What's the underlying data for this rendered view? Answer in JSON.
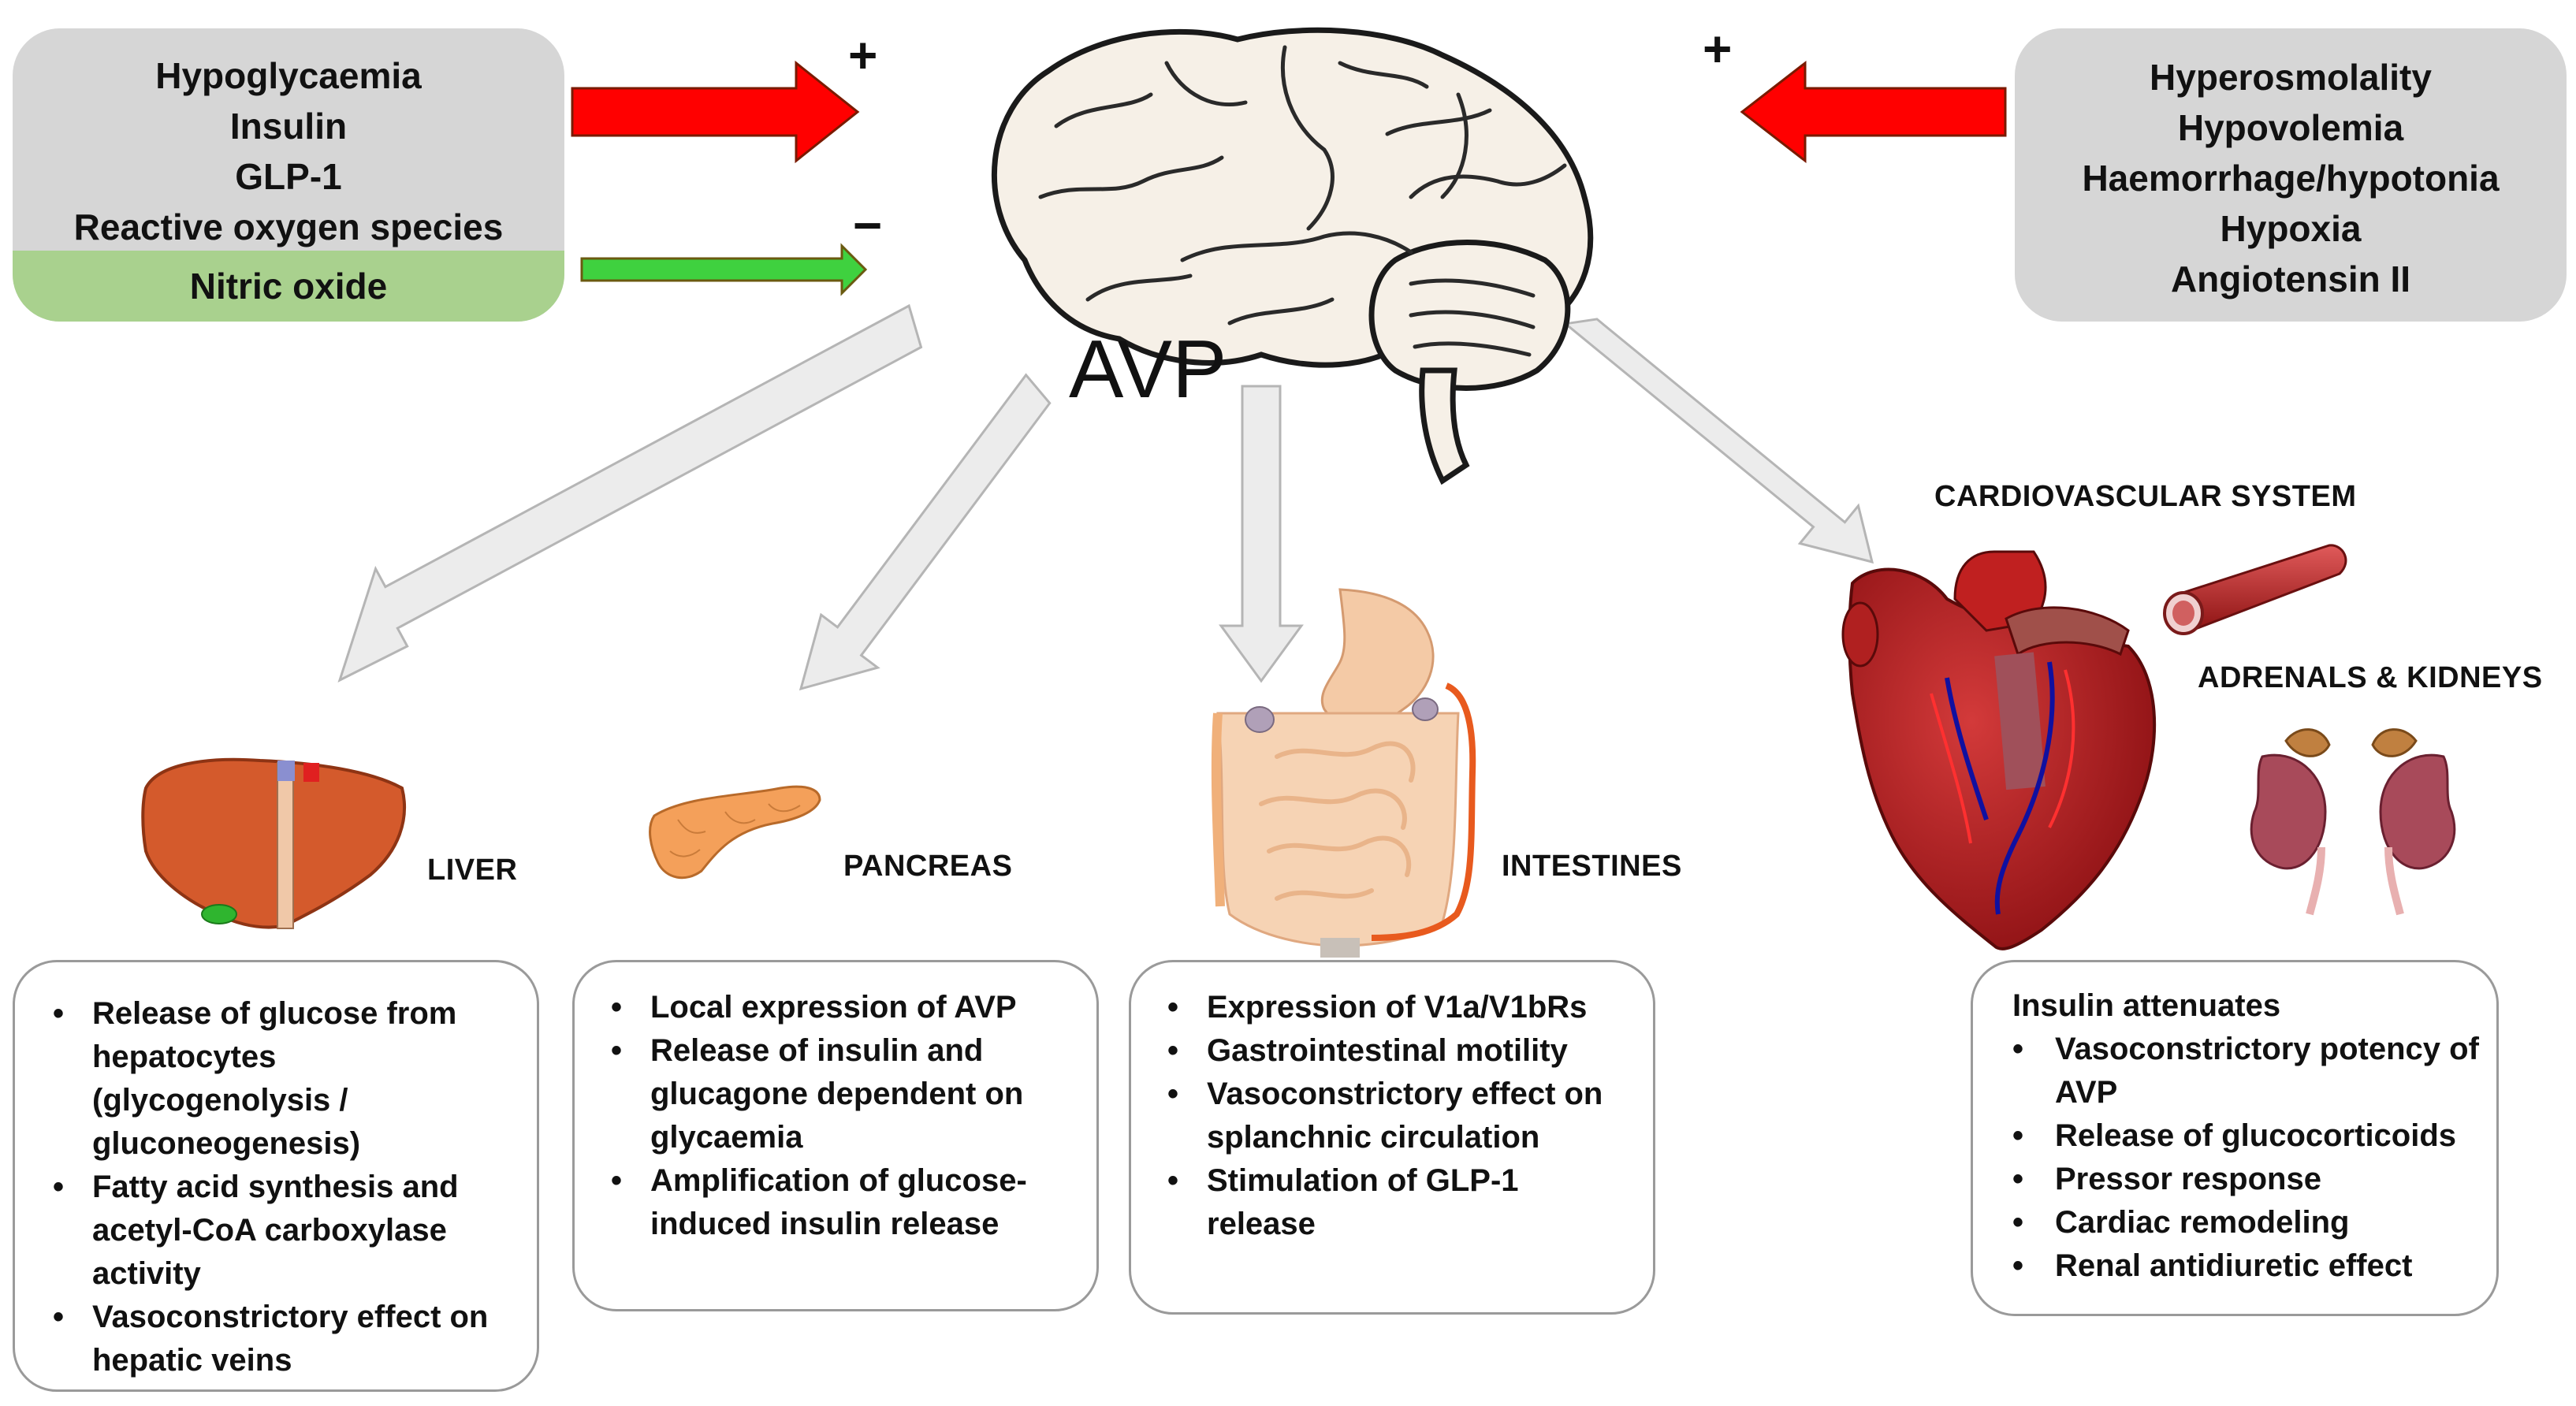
{
  "stimulators_left": {
    "items": [
      "Hypoglycaemia",
      "Insulin",
      "GLP-1",
      "Reactive oxygen species"
    ],
    "inhibitor": "Nitric oxide",
    "plus": "+",
    "minus": "−"
  },
  "stimulators_right": {
    "items": [
      "Hyperosmolality",
      "Hypovolemia",
      "Haemorrhage/hypotonia",
      "Hypoxia",
      "Angiotensin II"
    ],
    "plus": "+"
  },
  "center_label": "AVP",
  "colors": {
    "stimulatory_arrow": "#ff0000",
    "inhibitory_arrow": "#3fd13f",
    "target_arrow": "#ececec",
    "box_grey": "#d6d6d6",
    "band_green": "#a9d18e"
  },
  "organs": {
    "liver": {
      "label": "LIVER",
      "bullets": [
        "Release of glucose from hepatocytes (glycogenolysis / gluconeogenesis)",
        "Fatty acid synthesis and acetyl-CoA carboxylase activity",
        "Vasoconstrictory effect on hepatic veins"
      ]
    },
    "pancreas": {
      "label": "PANCREAS",
      "bullets": [
        "Local expression of AVP",
        "Release of insulin and glucagone dependent on glycaemia",
        "Amplification of glucose-induced insulin release"
      ]
    },
    "intestines": {
      "label": "INTESTINES",
      "bullets": [
        "Expression of V1a/V1bRs",
        "Gastrointestinal motility",
        "Vasoconstrictory effect on splanchnic circulation",
        "Stimulation of GLP-1 release"
      ]
    },
    "cardiovascular": {
      "label": "CARDIOVASCULAR SYSTEM",
      "adrenal_label": "ADRENALS & KIDNEYS",
      "intro": "Insulin attenuates",
      "bullets": [
        "Vasoconstrictory potency of AVP",
        "Release of glucocorticoids",
        "Pressor response",
        "Cardiac remodeling",
        "Renal antidiuretic effect"
      ]
    }
  }
}
